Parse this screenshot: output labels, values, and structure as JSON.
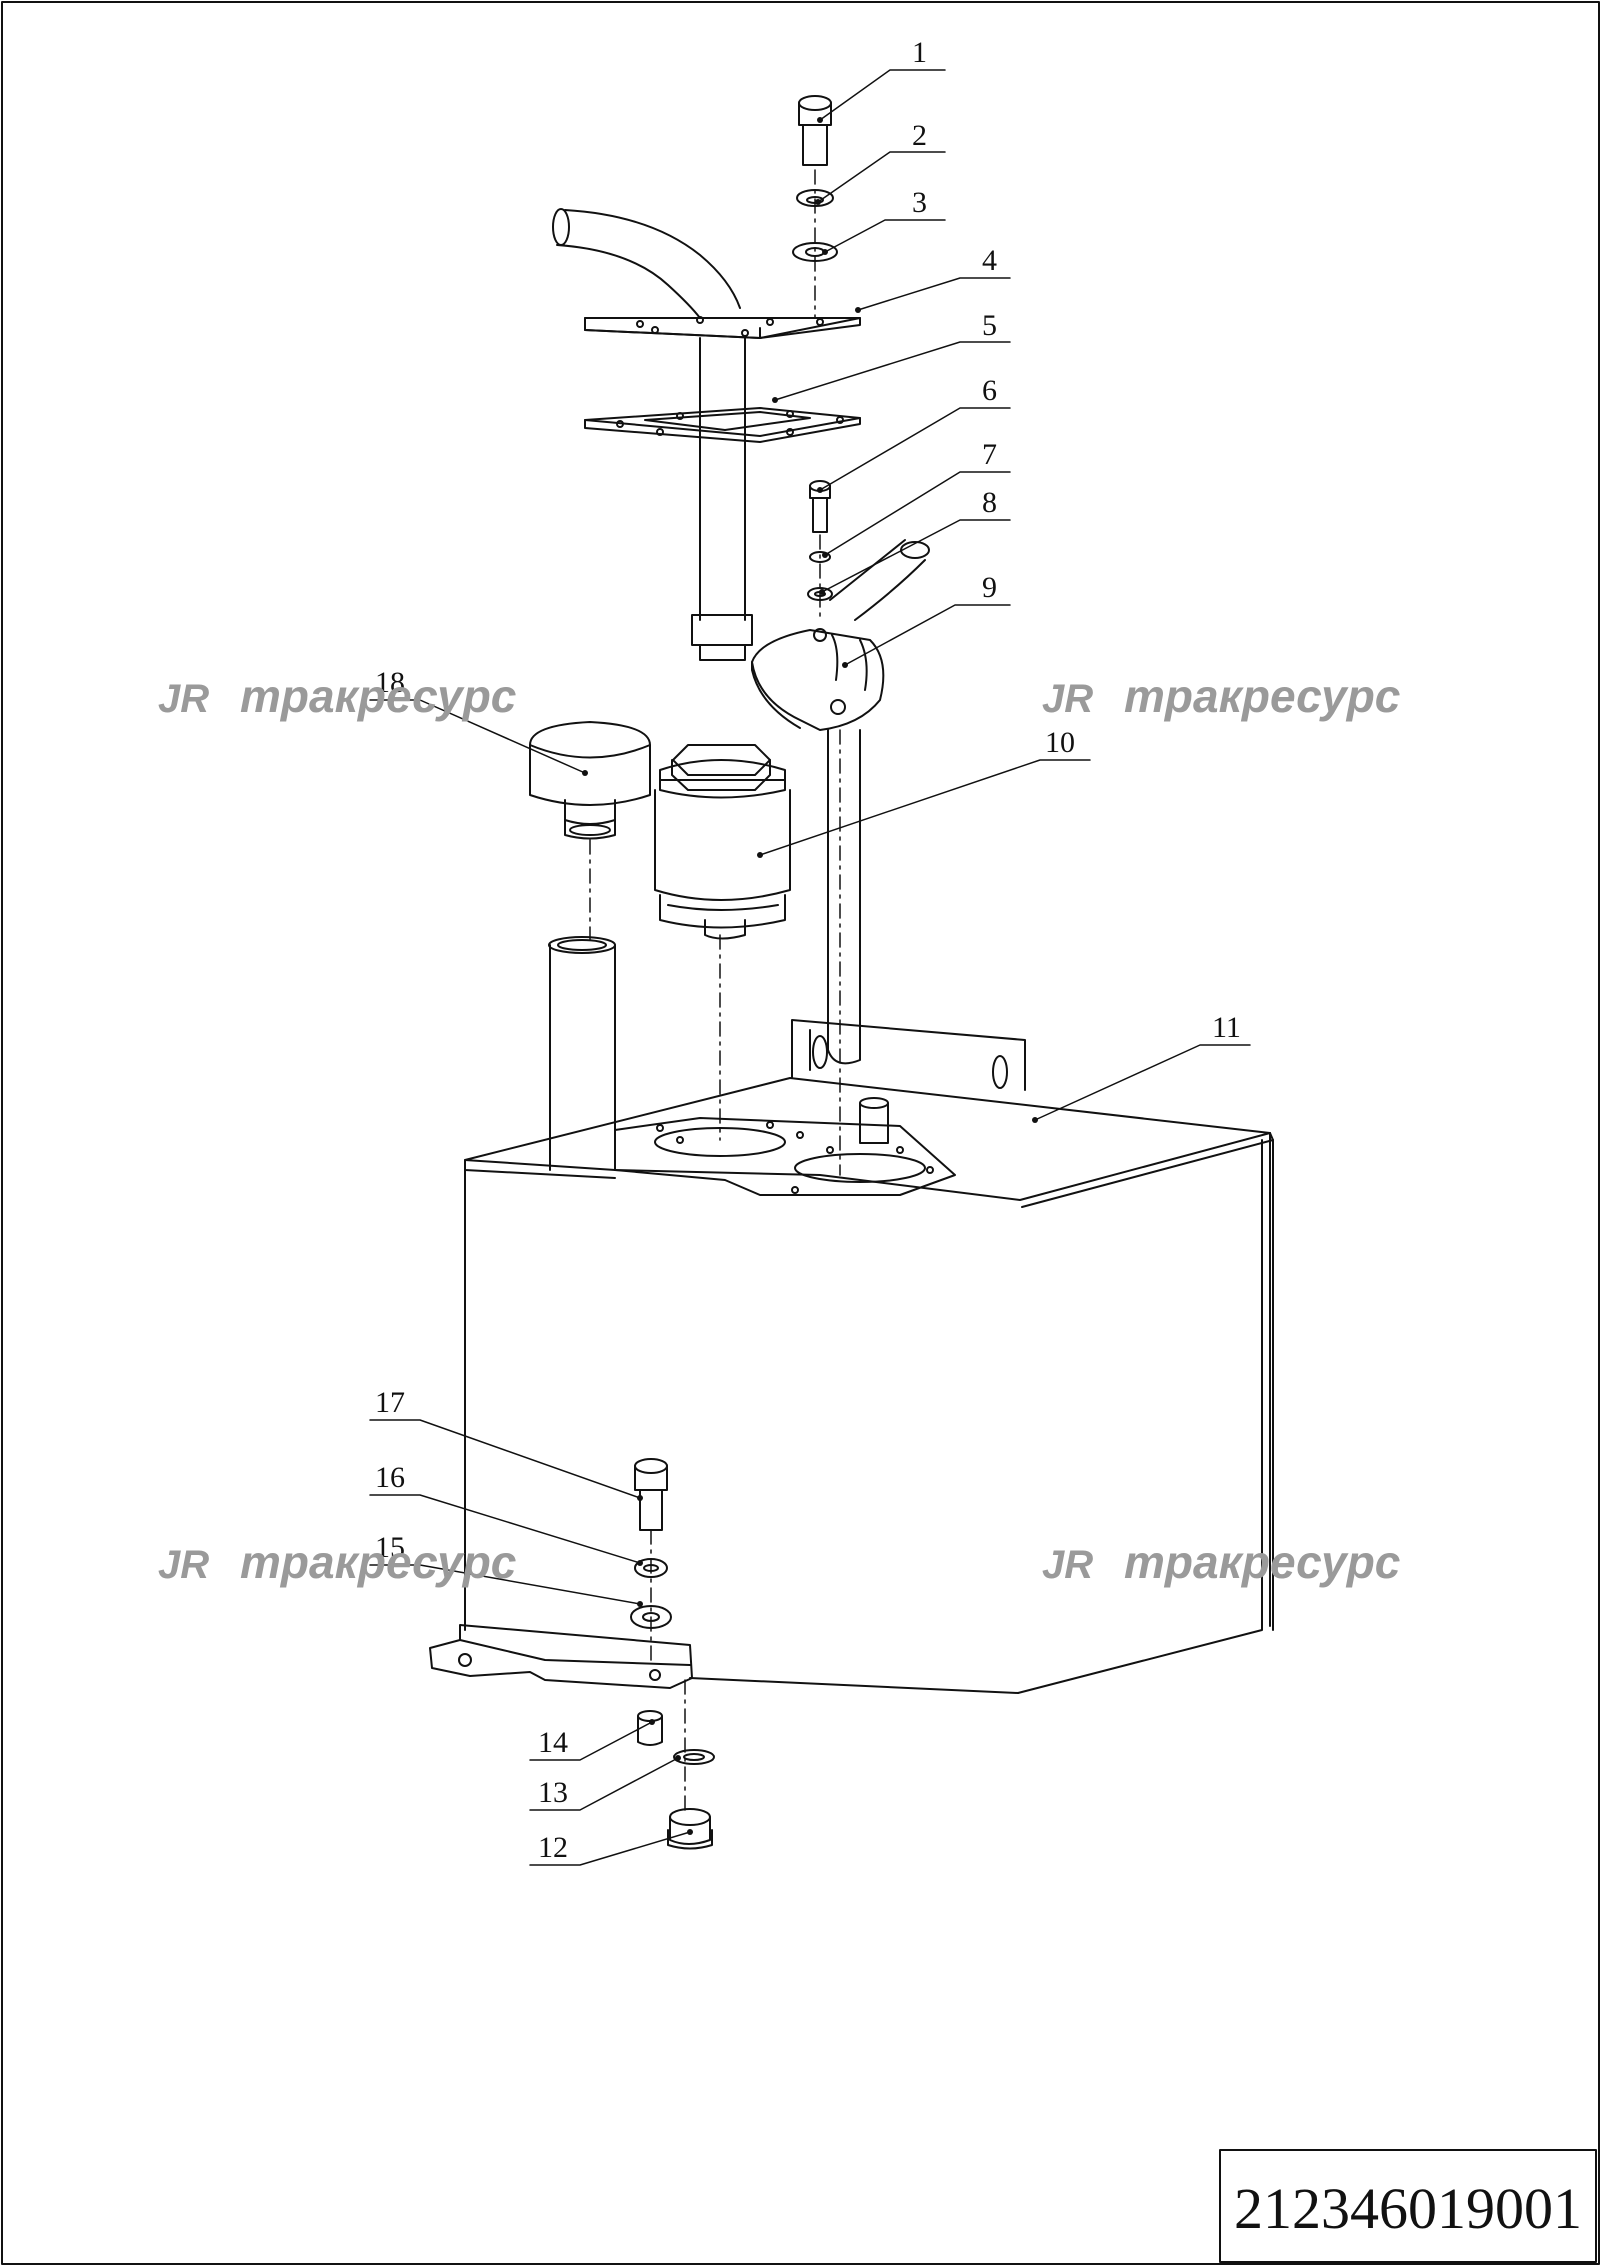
{
  "drawing": {
    "part_number": "212346019001",
    "watermark_logo": "JR",
    "watermark_text": "тракресурс",
    "callouts": [
      "1",
      "2",
      "3",
      "4",
      "5",
      "6",
      "7",
      "8",
      "9",
      "10",
      "11",
      "12",
      "13",
      "14",
      "15",
      "16",
      "17",
      "18"
    ]
  }
}
